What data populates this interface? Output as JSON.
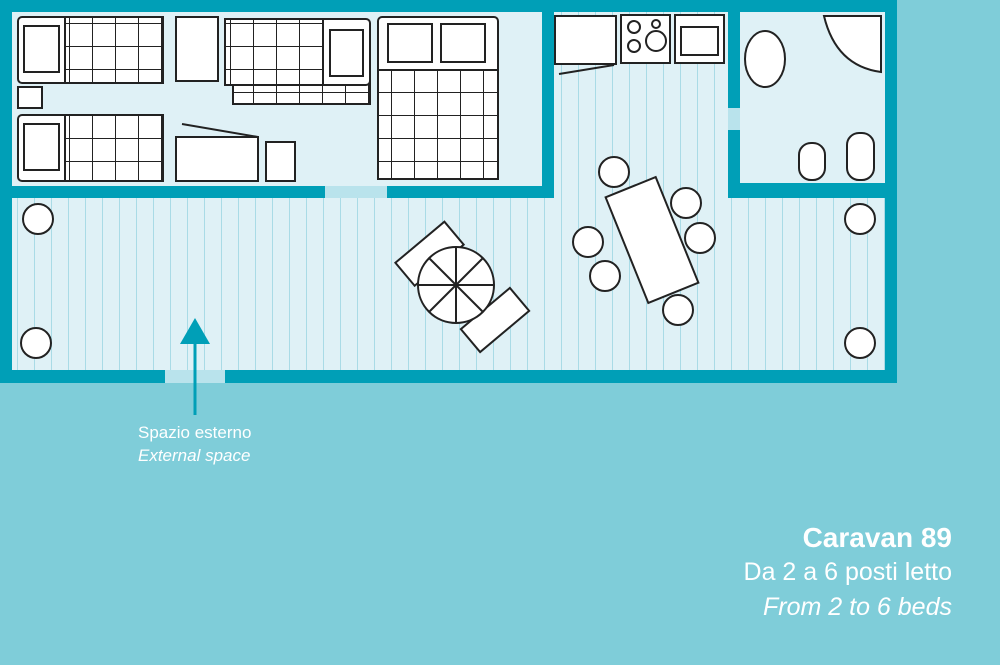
{
  "external_space": {
    "it": "Spazio esterno",
    "en": "External space"
  },
  "caravan": {
    "name": "Caravan 89",
    "beds_it": "Da 2 a 6 posti letto",
    "beds_en": "From 2 to 6 beds"
  },
  "colors": {
    "background": "#7fcdd9",
    "wall": "#009fb7",
    "floor": "#dff1f6",
    "deck_line": "#a9dbe6"
  }
}
